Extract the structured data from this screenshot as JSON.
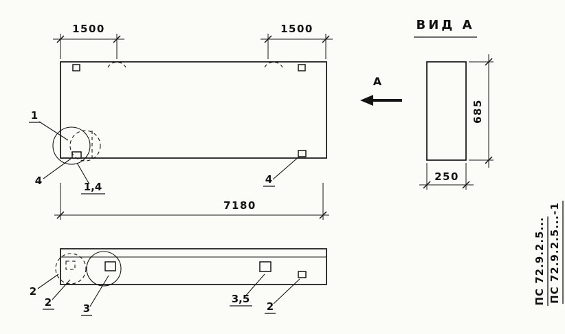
{
  "drawing": {
    "view_title": "ВИД А",
    "arrow_label": "А",
    "dims": {
      "top_left": "1500",
      "top_right": "1500",
      "overall_length": "7180",
      "side_height": "685",
      "side_width": "250"
    },
    "labels": {
      "pos1": "1",
      "pos4_left": "4",
      "pos14": "1,4",
      "pos4_right": "4",
      "pos2_a": "2",
      "pos2_b": "2",
      "pos3": "3",
      "pos35": "3,5",
      "pos2_c": "2"
    },
    "designations": {
      "left": "ПС 72.9.2.5...",
      "right": "ПС 72.9.2.5...-1"
    }
  }
}
